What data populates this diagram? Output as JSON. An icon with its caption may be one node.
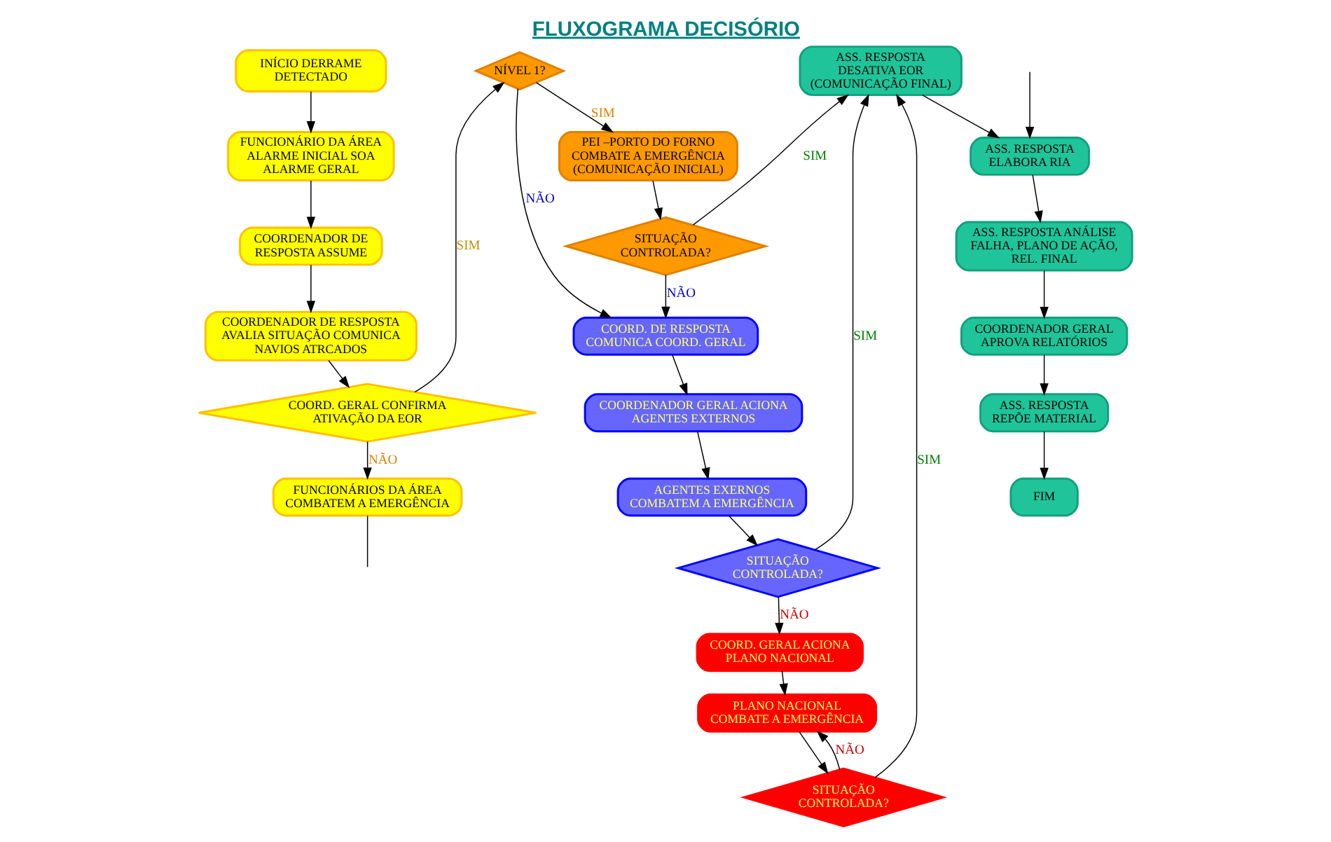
{
  "diagram": {
    "title": "FLUXOGRAMA DECISÓRIO",
    "nodes": [
      {
        "text": [
          "INÍCIO DERRAME DETECTADO"
        ]
      },
      {
        "text": [
          "FUNCIONÁRIO DA ÁREA ALARME INICIAL SOA ALARME GERAL"
        ]
      },
      {
        "text": [
          "COORDENADOR DE RESPOSTA ASSUME"
        ]
      },
      {
        "text": [
          "COORDENADOR DE RESPOSTA AVALIA SITUAÇÃO COMUNICA NAVIOS ATRCADOS"
        ]
      },
      {
        "text": [
          "COORD. GERAL CONFIRMA ATIVAÇÃO DA EOR"
        ]
      },
      {
        "text": [
          "FUNCIONÁRIOS DA ÁREA COMBATEM A EMERGÊNCIA"
        ]
      },
      {
        "text": [
          "NÍVEL 1?"
        ]
      },
      {
        "text": [
          "PEI –PORTO DO FORNO COMBATE A EMERGÊNCIA (COMUNICAÇÃO INICIAL)"
        ]
      },
      {
        "text": [
          "SITUAÇÃO CONTROLADA?"
        ]
      },
      {
        "text": [
          "COORD. DE RESPOSTA COMUNICA COORD. GERAL"
        ]
      },
      {
        "text": [
          "COORDENADOR GERAL ACIONA AGENTES EXTERNOS"
        ]
      },
      {
        "text": [
          "AGENTES EXERNOS COMBATEM A EMERGÊNCIA"
        ]
      },
      {
        "text": [
          "SITUAÇÃO CONTROLADA?"
        ]
      },
      {
        "text": [
          "COORD. GERAL ACIONA PLANO NACIONAL"
        ]
      },
      {
        "text": [
          "PLANO NACIONAL COMBATE A EMERGÊNCIA"
        ]
      },
      {
        "text": [
          "SITUAÇÃO CONTROLADA?"
        ]
      },
      {
        "text": [
          "ASS. RESPOSTA DESATIVA EOR (COMUNICAÇÃO FINAL)"
        ]
      },
      {
        "text": [
          "ASS. RESPOSTA ELABORA RIA"
        ]
      },
      {
        "text": [
          "ASS. RESPOSTA ANÁLISE FALHA, PLANO DE AÇÃO, REL. FINAL"
        ]
      },
      {
        "text": [
          "COORDENADOR GERAL APROVA RELATÓRIOS"
        ]
      },
      {
        "text": [
          "ASS. RESPOSTA REPÕE MATERIAL"
        ]
      },
      {
        "text": [
          "FIM"
        ]
      }
    ],
    "edges": [
      {
        "from": 0,
        "to": 1,
        "arrow": "to"
      },
      {
        "from": 1,
        "to": 2,
        "arrow": "to"
      },
      {
        "from": 2,
        "to": 3,
        "arrow": "to"
      },
      {
        "from": 3,
        "to": 4,
        "arrow": "to"
      },
      {
        "from": 4,
        "to": 6,
        "arrow": "to",
        "label": "SIM"
      },
      {
        "from": 4,
        "to": 5,
        "arrow": "to",
        "label": "NÃO"
      },
      {
        "from": 5,
        "to": null,
        "arrow": "none"
      },
      {
        "from": 6,
        "to": 7,
        "arrow": "to",
        "label": "SIM"
      },
      {
        "from": 6,
        "to": 9,
        "arrow": "to",
        "label": "NÃO"
      },
      {
        "from": 7,
        "to": 8,
        "arrow": "to"
      },
      {
        "from": 8,
        "to": 9,
        "arrow": "to",
        "label": "NÃO"
      },
      {
        "from": 8,
        "to": 16,
        "arrow": "to",
        "label": "SIM"
      },
      {
        "from": 9,
        "to": 10,
        "arrow": "to"
      },
      {
        "from": 10,
        "to": 11,
        "arrow": "to"
      },
      {
        "from": 11,
        "to": 12,
        "arrow": "to"
      },
      {
        "from": 12,
        "to": 13,
        "arrow": "to",
        "label": "NÃO"
      },
      {
        "from": 12,
        "to": 16,
        "arrow": "to",
        "label": "SIM"
      },
      {
        "from": 13,
        "to": 14,
        "arrow": "to"
      },
      {
        "from": 14,
        "to": 15,
        "arrow": "to"
      },
      {
        "from": 15,
        "to": 14,
        "arrow": "to",
        "label": "NÃO"
      },
      {
        "from": 15,
        "to": 16,
        "arrow": "to",
        "label": "SIM"
      },
      {
        "from": 16,
        "to": 17,
        "arrow": "to"
      },
      {
        "from": 17,
        "to": 18,
        "arrow": "to"
      },
      {
        "from": 18,
        "to": 19,
        "arrow": "to"
      },
      {
        "from": 19,
        "to": 20,
        "arrow": "to"
      },
      {
        "from": 20,
        "to": 21,
        "arrow": "to"
      },
      {
        "from": null,
        "to": 17,
        "arrow": "to"
      }
    ]
  }
}
